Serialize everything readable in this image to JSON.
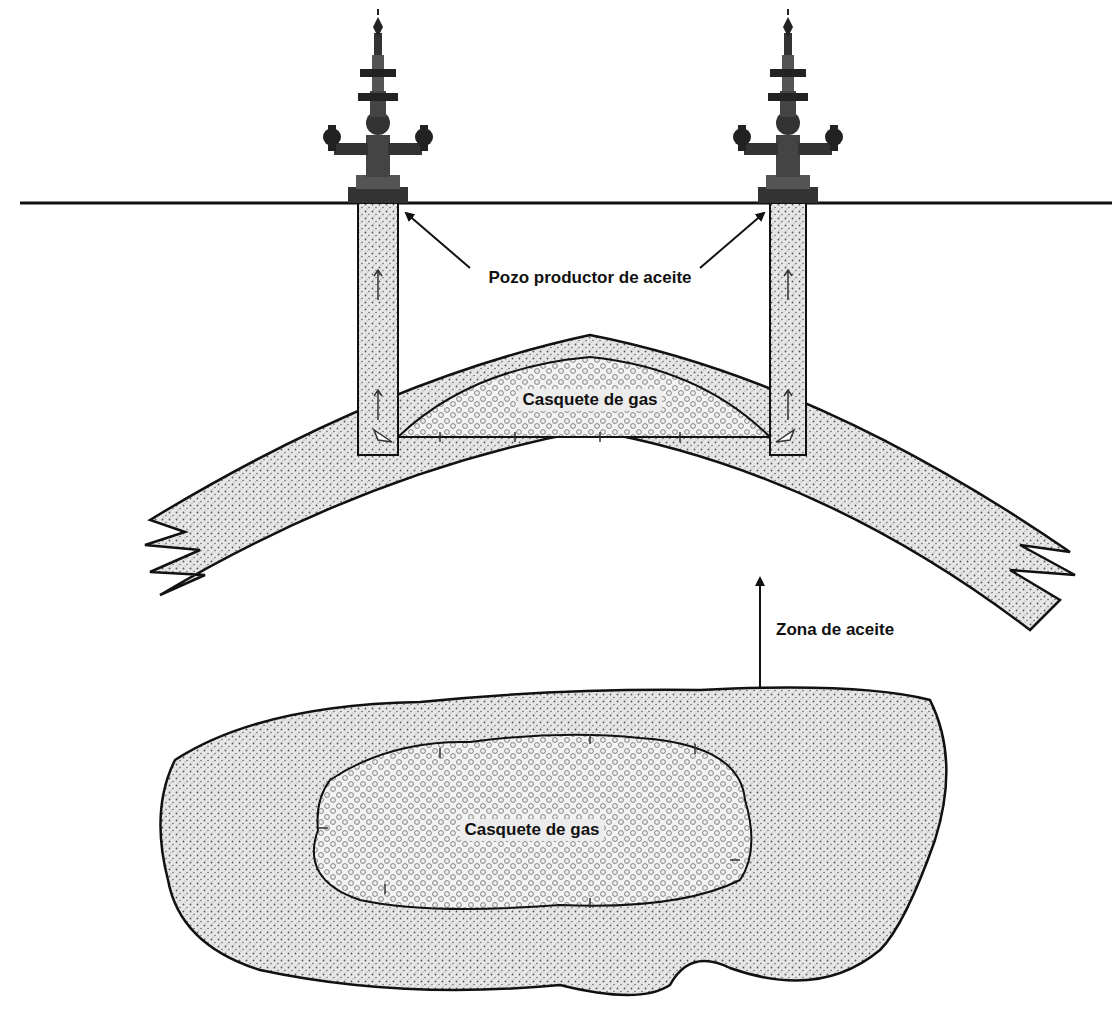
{
  "diagram": {
    "labels": [
      "Pozo productor de aceite",
      "Casquete de gas",
      "Zona de aceite",
      "Casquete de gas"
    ]
  }
}
